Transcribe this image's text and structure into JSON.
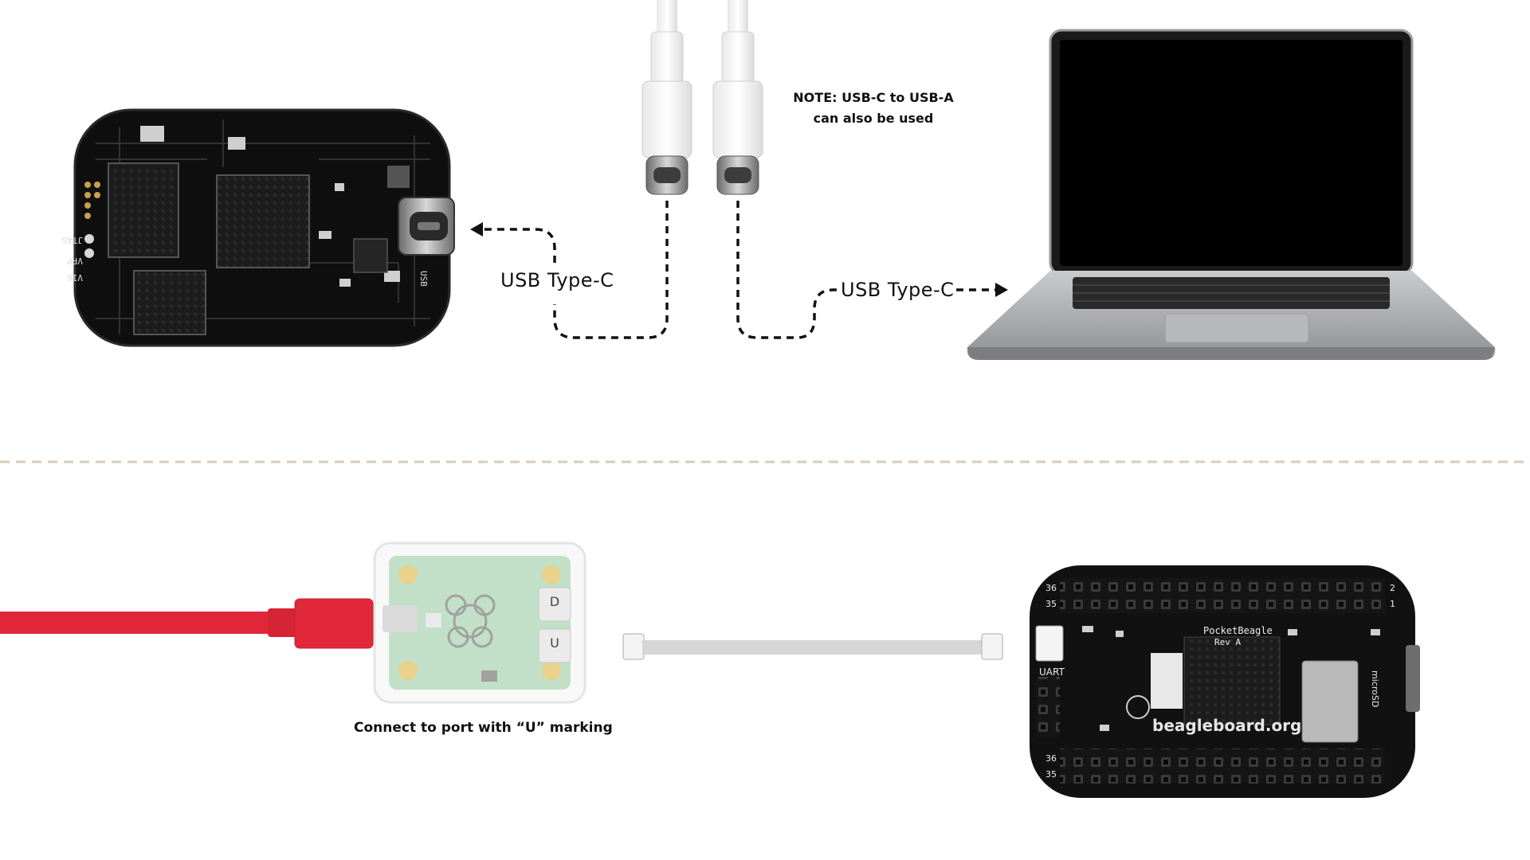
{
  "top": {
    "board_port_label": "USB",
    "board_side_labels": [
      "JTAG",
      "VPP",
      "V16"
    ],
    "cable_left_label": "USB Type-C",
    "cable_right_label": "USB Type-C",
    "note_line1": "NOTE: USB-C to USB-A",
    "note_line2": "can also be used"
  },
  "bottom": {
    "adapter_caption": "Connect to port with “U” marking",
    "adapter_port_letters": [
      "D",
      "U"
    ],
    "board_uart_label": "UART",
    "board_name": "PocketBeagle",
    "board_rev": "Rev A",
    "board_brand": "beagleboard.org",
    "board_microsd_label": "microSD",
    "pin_numbers": [
      "36",
      "35",
      "2",
      "1",
      "36",
      "35"
    ]
  },
  "colors": {
    "red_cable": "#e0283a",
    "divider": "#d8ceb4",
    "pcb": "#111111",
    "laptop_body": "#a8aaad",
    "dashed": "#111111"
  }
}
